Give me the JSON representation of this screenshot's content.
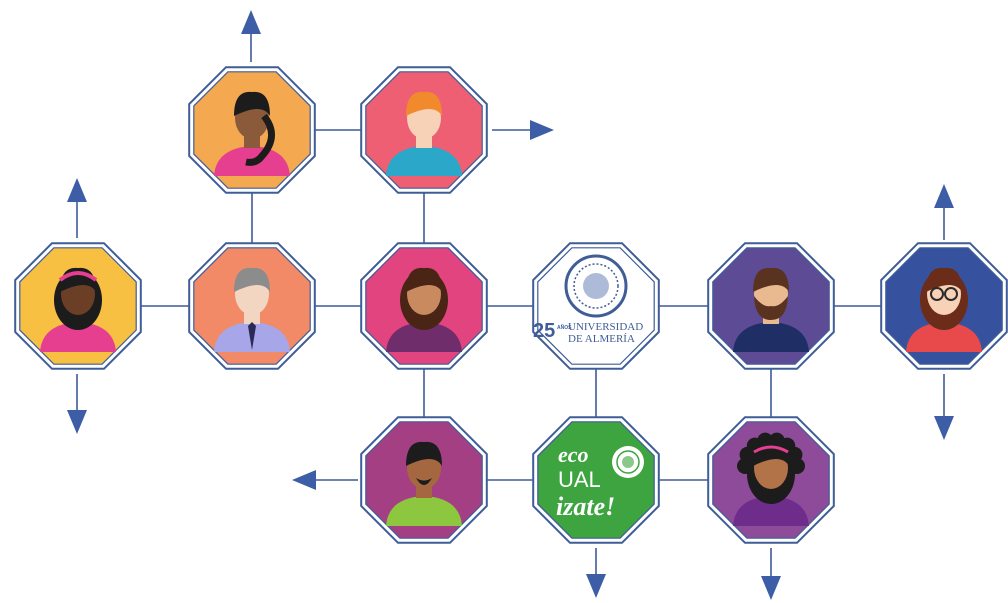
{
  "logo": {
    "anniversary": "25",
    "anos": "AÑOS",
    "line1": "UNIVERSIDAD",
    "line2": "DE ALMERÍA"
  },
  "eco": {
    "line1": "eco",
    "line2": "UAL",
    "line3": "izate!"
  },
  "colors": {
    "line": "#3d5a99",
    "arrow": "#3d5ea6",
    "border": "#3f5d97",
    "orange": "#f4a84f",
    "red_pink": "#ee5f73",
    "yellow": "#f7c043",
    "salmon": "#f28a68",
    "magenta": "#e24480",
    "white": "#ffffff",
    "purple": "#5e4b95",
    "blue": "#36519e",
    "dark_magenta": "#a53f83",
    "green": "#3da43f",
    "violet": "#8e4b9a"
  },
  "nodes": [
    {
      "id": "woman-ponytail",
      "color": "orange",
      "icon": "woman-ponytail-avatar-icon"
    },
    {
      "id": "man-orange-hair",
      "color": "red_pink",
      "icon": "man-avatar-icon"
    },
    {
      "id": "woman-headband",
      "color": "yellow",
      "icon": "woman-headband-avatar-icon"
    },
    {
      "id": "man-tie",
      "color": "salmon",
      "icon": "man-tie-avatar-icon"
    },
    {
      "id": "woman-center",
      "color": "magenta",
      "icon": "woman-avatar-icon"
    },
    {
      "id": "ual-logo",
      "color": "white",
      "icon": "university-seal-icon"
    },
    {
      "id": "man-beard",
      "color": "purple",
      "icon": "bearded-man-avatar-icon"
    },
    {
      "id": "woman-glasses",
      "color": "blue",
      "icon": "woman-glasses-avatar-icon"
    },
    {
      "id": "man-goatee",
      "color": "dark_magenta",
      "icon": "man-goatee-avatar-icon"
    },
    {
      "id": "ecoual",
      "color": "green",
      "icon": "ecoual-logo-icon"
    },
    {
      "id": "woman-curly",
      "color": "violet",
      "icon": "woman-curly-avatar-icon"
    }
  ]
}
